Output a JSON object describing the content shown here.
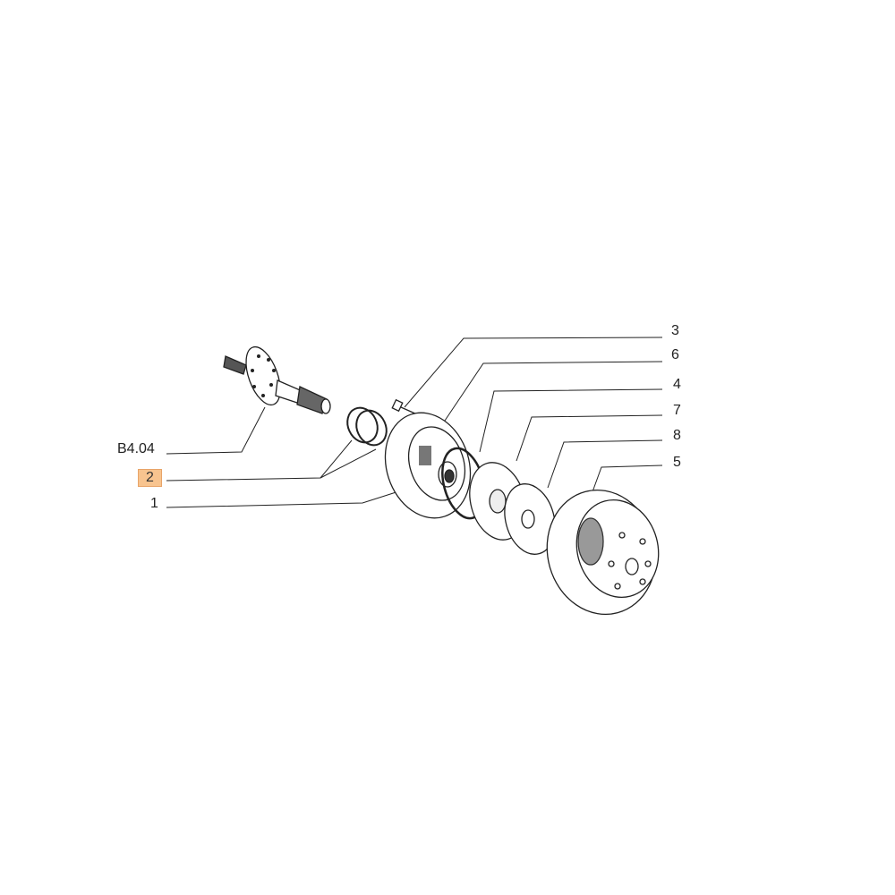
{
  "diagram": {
    "callouts": [
      {
        "id": "3",
        "label": "3"
      },
      {
        "id": "6",
        "label": "6"
      },
      {
        "id": "4",
        "label": "4"
      },
      {
        "id": "7",
        "label": "7"
      },
      {
        "id": "8",
        "label": "8"
      },
      {
        "id": "5",
        "label": "5"
      },
      {
        "id": "b404",
        "label": "B4.04"
      },
      {
        "id": "2",
        "label": "2",
        "highlighted": true
      },
      {
        "id": "1",
        "label": "1"
      }
    ],
    "highlight_color": "#f8c48f"
  }
}
